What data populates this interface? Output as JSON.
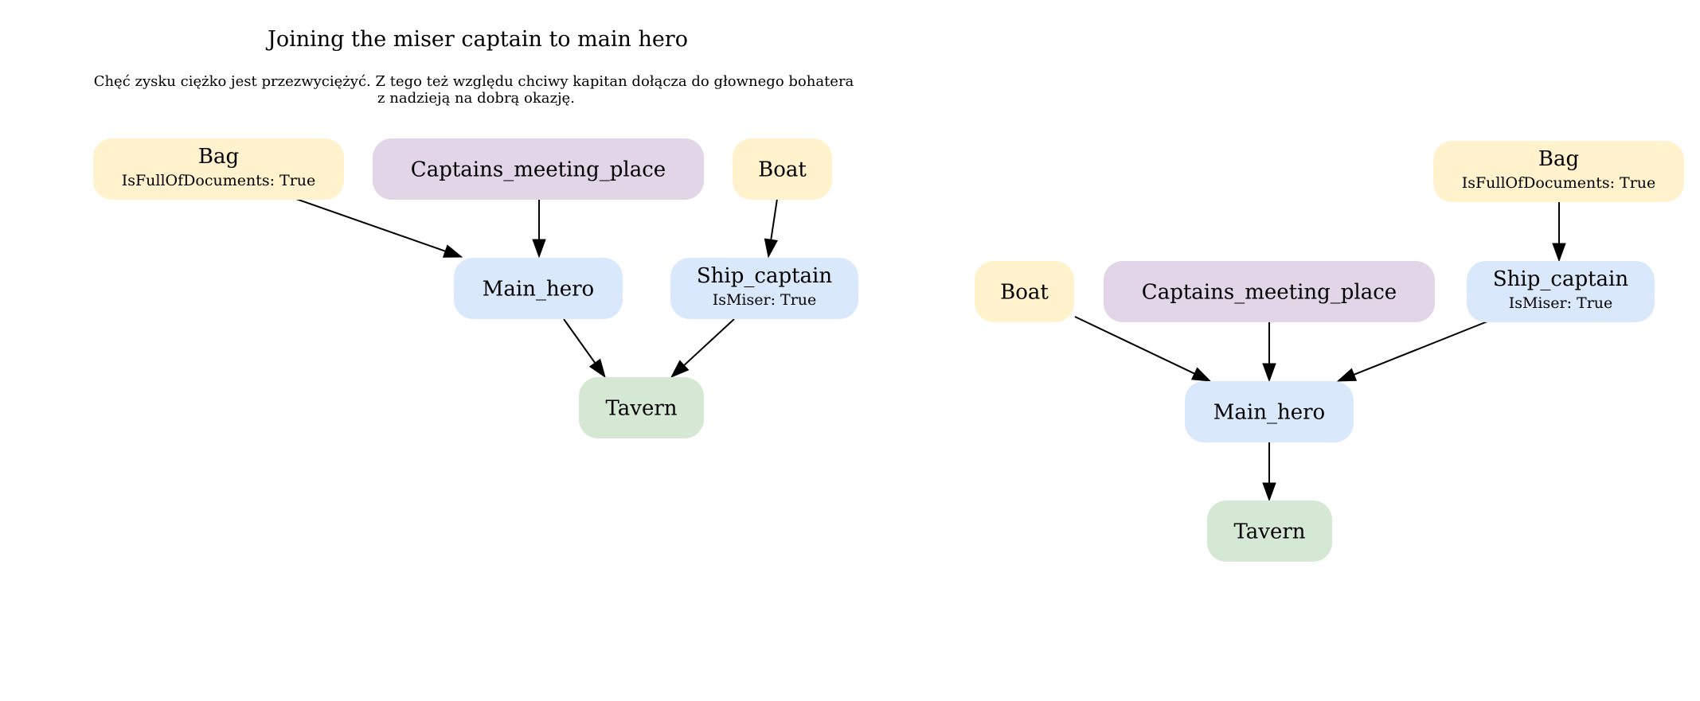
{
  "title": "Joining the miser captain to main hero",
  "description": [
    "Chęć zysku ciężko jest przezwyciężyć. Z tego też względu chciwy kapitan dołącza do głownego bohatera",
    "z nadzieją na dobrą okazję."
  ],
  "colors": {
    "item": "#fff2cc",
    "location": "#e1d5e7",
    "character": "#dae8fc",
    "destination": "#d5e8d4",
    "edge": "#000000"
  },
  "left_graph": {
    "nodes": [
      {
        "id": "bag",
        "label": "Bag",
        "attr": "IsFullOfDocuments: True",
        "kind": "item"
      },
      {
        "id": "meeting",
        "label": "Captains_meeting_place",
        "attr": "",
        "kind": "location"
      },
      {
        "id": "boat",
        "label": "Boat",
        "attr": "",
        "kind": "item"
      },
      {
        "id": "hero",
        "label": "Main_hero",
        "attr": "",
        "kind": "character"
      },
      {
        "id": "captain",
        "label": "Ship_captain",
        "attr": "IsMiser: True",
        "kind": "character"
      },
      {
        "id": "tavern",
        "label": "Tavern",
        "attr": "",
        "kind": "destination"
      }
    ],
    "edges": [
      {
        "from": "bag",
        "to": "hero"
      },
      {
        "from": "meeting",
        "to": "hero"
      },
      {
        "from": "boat",
        "to": "captain"
      },
      {
        "from": "hero",
        "to": "tavern"
      },
      {
        "from": "captain",
        "to": "tavern"
      }
    ]
  },
  "right_graph": {
    "nodes": [
      {
        "id": "bag",
        "label": "Bag",
        "attr": "IsFullOfDocuments: True",
        "kind": "item"
      },
      {
        "id": "boat",
        "label": "Boat",
        "attr": "",
        "kind": "item"
      },
      {
        "id": "meeting",
        "label": "Captains_meeting_place",
        "attr": "",
        "kind": "location"
      },
      {
        "id": "captain",
        "label": "Ship_captain",
        "attr": "IsMiser: True",
        "kind": "character"
      },
      {
        "id": "hero",
        "label": "Main_hero",
        "attr": "",
        "kind": "character"
      },
      {
        "id": "tavern",
        "label": "Tavern",
        "attr": "",
        "kind": "destination"
      }
    ],
    "edges": [
      {
        "from": "bag",
        "to": "captain"
      },
      {
        "from": "boat",
        "to": "hero"
      },
      {
        "from": "meeting",
        "to": "hero"
      },
      {
        "from": "captain",
        "to": "hero"
      },
      {
        "from": "hero",
        "to": "tavern"
      }
    ]
  }
}
